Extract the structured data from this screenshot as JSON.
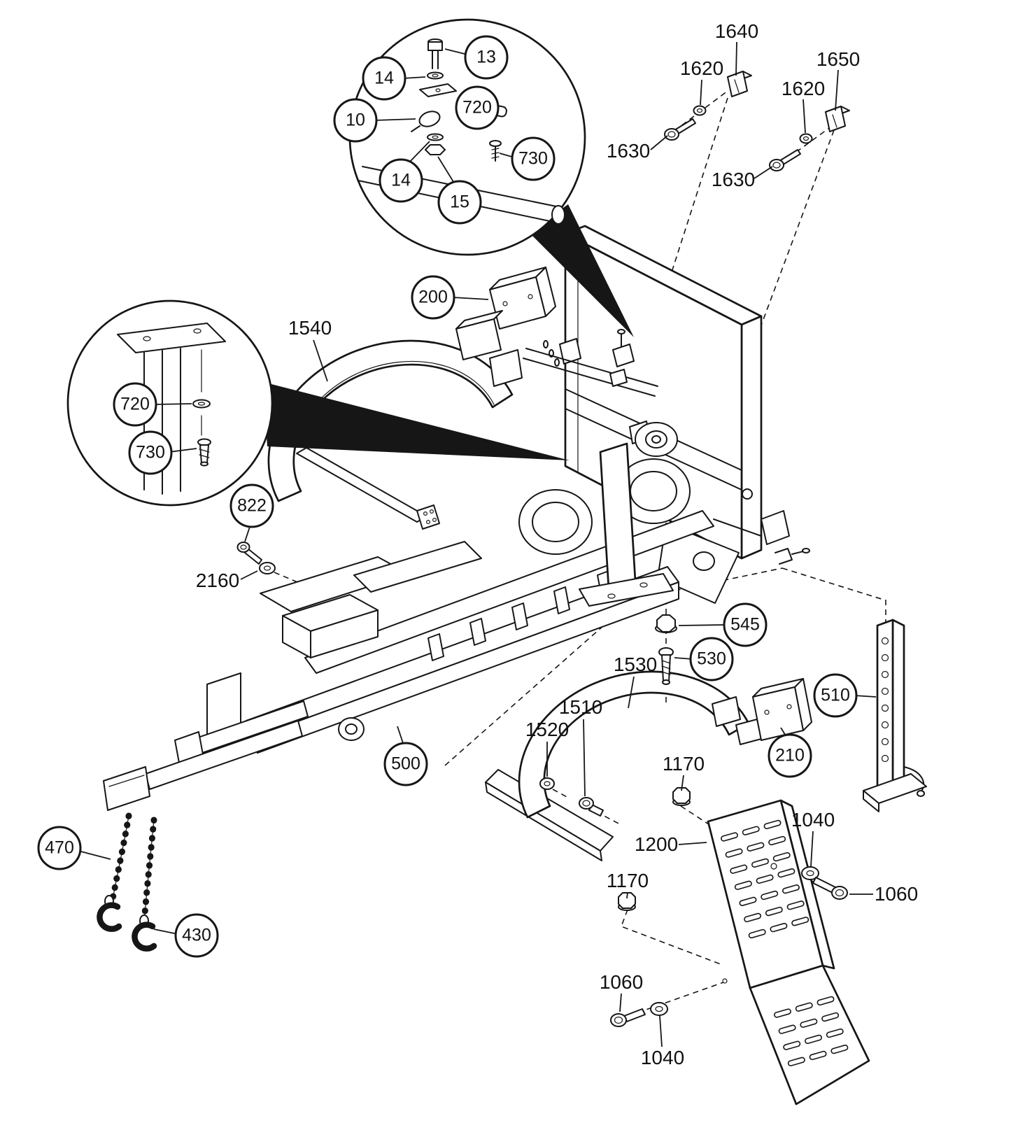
{
  "diagram": {
    "kind": "exploded-parts-diagram",
    "background_color": "#ffffff",
    "line_color": "#161616"
  },
  "callouts": {
    "balloons": [
      {
        "label": "13"
      },
      {
        "label": "14"
      },
      {
        "label": "10"
      },
      {
        "label": "720"
      },
      {
        "label": "730"
      },
      {
        "label": "14"
      },
      {
        "label": "15"
      },
      {
        "label": "200"
      },
      {
        "label": "720"
      },
      {
        "label": "730"
      },
      {
        "label": "822"
      },
      {
        "label": "545"
      },
      {
        "label": "530"
      },
      {
        "label": "510"
      },
      {
        "label": "210"
      },
      {
        "label": "500"
      },
      {
        "label": "470"
      },
      {
        "label": "430"
      }
    ],
    "plain": [
      {
        "label": "1640"
      },
      {
        "label": "1620"
      },
      {
        "label": "1650"
      },
      {
        "label": "1620"
      },
      {
        "label": "1630"
      },
      {
        "label": "1630"
      },
      {
        "label": "1540"
      },
      {
        "label": "2160"
      },
      {
        "label": "1530"
      },
      {
        "label": "1510"
      },
      {
        "label": "1520"
      },
      {
        "label": "1170"
      },
      {
        "label": "1200"
      },
      {
        "label": "1040"
      },
      {
        "label": "1060"
      },
      {
        "label": "1170"
      },
      {
        "label": "1060"
      },
      {
        "label": "1040"
      }
    ]
  }
}
